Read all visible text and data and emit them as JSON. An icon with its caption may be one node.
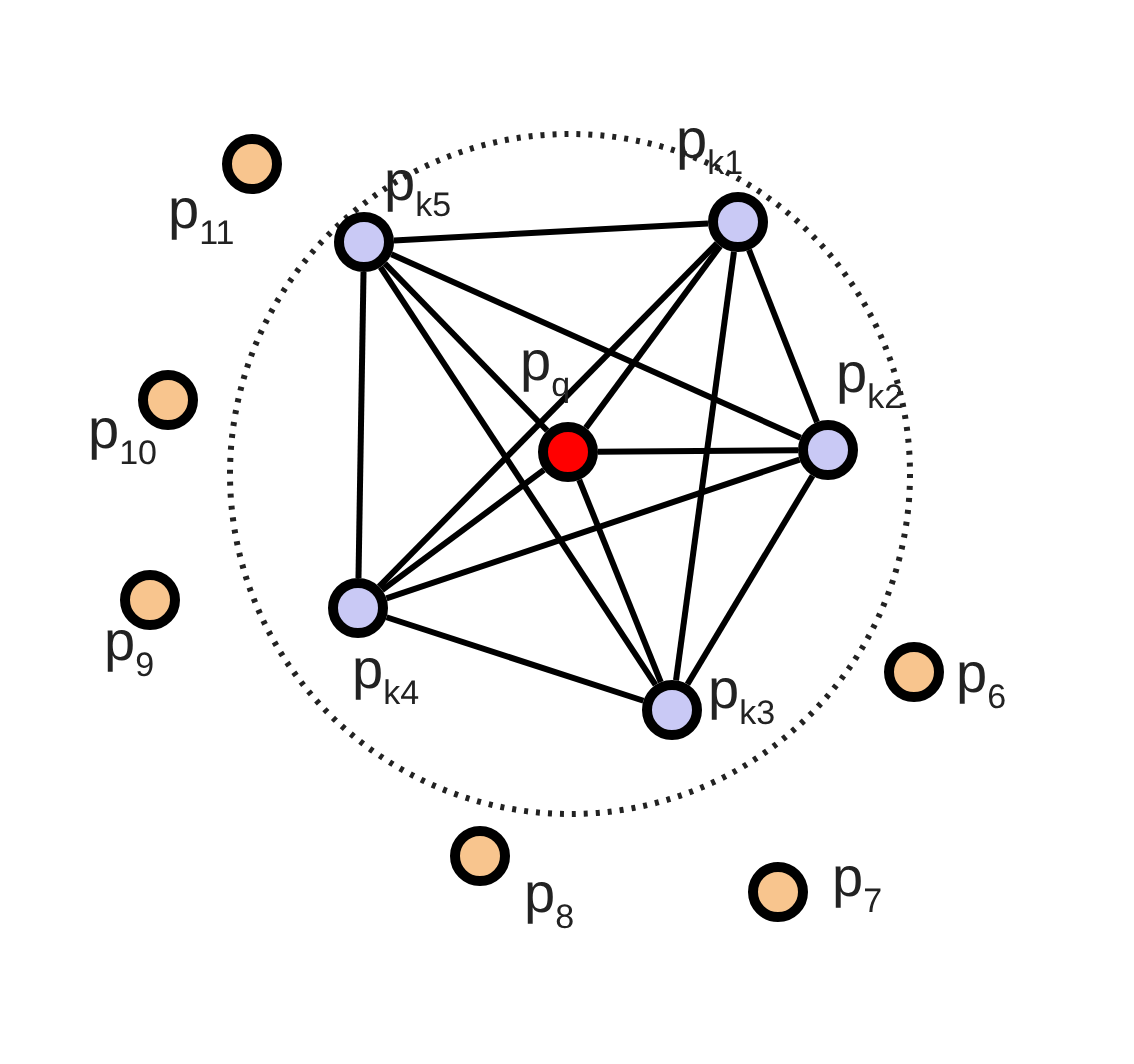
{
  "diagram": {
    "nodes": [
      {
        "text": [
          "p$_{k1}$"
        ]
      },
      {
        "text": [
          "p$_{k2}$"
        ]
      },
      {
        "text": [
          "p$_{k3}$"
        ]
      },
      {
        "text": [
          "p$_{k4}$"
        ]
      },
      {
        "text": [
          "p$_{k5}$"
        ]
      },
      {
        "text": [
          "p$_{q}$"
        ]
      },
      {
        "text": [
          "p$_{6}$"
        ]
      },
      {
        "text": [
          "p$_{7}$"
        ]
      },
      {
        "text": [
          "p$_{8}$"
        ]
      },
      {
        "text": [
          "p$_{9}$"
        ]
      },
      {
        "text": [
          "p$_{10}$"
        ]
      },
      {
        "text": [
          "p$_{11}$"
        ]
      }
    ],
    "edges": [
      {
        "from": 4,
        "to": 0,
        "arrow": "none"
      },
      {
        "from": 4,
        "to": 1,
        "arrow": "none"
      },
      {
        "from": 4,
        "to": 2,
        "arrow": "none"
      },
      {
        "from": 4,
        "to": 3,
        "arrow": "none"
      },
      {
        "from": 4,
        "to": 5,
        "arrow": "none"
      },
      {
        "from": 0,
        "to": 1,
        "arrow": "none"
      },
      {
        "from": 0,
        "to": 2,
        "arrow": "none"
      },
      {
        "from": 0,
        "to": 3,
        "arrow": "none"
      },
      {
        "from": 0,
        "to": 5,
        "arrow": "none"
      },
      {
        "from": 5,
        "to": 1,
        "arrow": "none"
      },
      {
        "from": 5,
        "to": 2,
        "arrow": "none"
      },
      {
        "from": 5,
        "to": 3,
        "arrow": "none"
      },
      {
        "from": 3,
        "to": 1,
        "arrow": "none"
      },
      {
        "from": 3,
        "to": 2,
        "arrow": "none"
      },
      {
        "from": 1,
        "to": 2,
        "arrow": "none"
      }
    ]
  }
}
